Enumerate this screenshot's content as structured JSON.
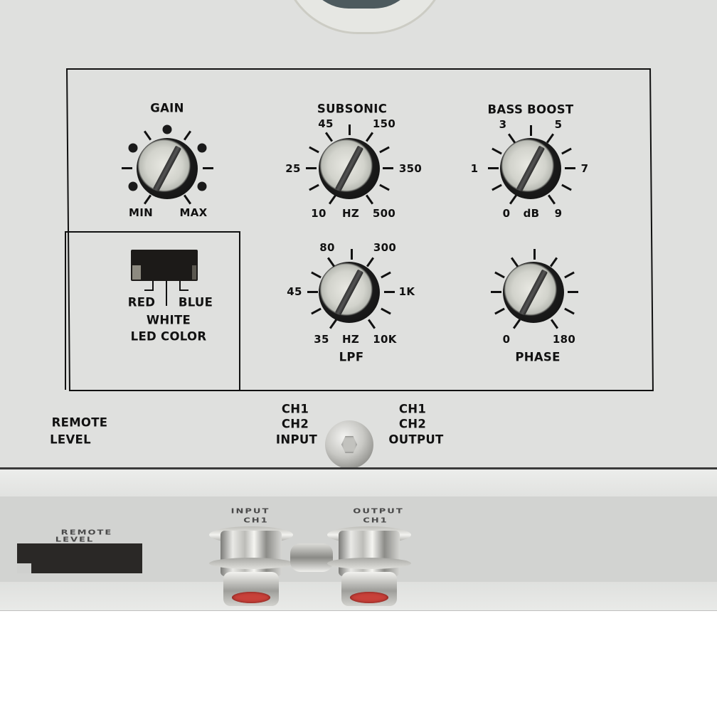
{
  "scene": "Car amplifier control panel (close-up photo)",
  "colors": {
    "panel": "#dfe0de",
    "print": "#111111",
    "knob_metal": "#d2d3cc",
    "knob_ring": "#0e0e0e",
    "rca_center": "#c8413a",
    "top_lens": "#4d5a5e"
  },
  "controls": {
    "gain": {
      "title": "GAIN",
      "min_label": "MIN",
      "max_label": "MAX"
    },
    "subsonic": {
      "title": "SUBSONIC",
      "scale": [
        "10",
        "25",
        "45",
        "150",
        "350",
        "500"
      ],
      "unit": "HZ"
    },
    "bass_boost": {
      "title": "BASS BOOST",
      "scale": [
        "0",
        "1",
        "3",
        "5",
        "7",
        "9"
      ],
      "unit": "dB"
    },
    "lpf": {
      "title": "LPF",
      "scale": [
        "35",
        "45",
        "80",
        "300",
        "1K",
        "10K"
      ],
      "unit": "HZ"
    },
    "phase": {
      "title": "PHASE",
      "scale": [
        "0",
        "180"
      ]
    },
    "led_color": {
      "title": "LED COLOR",
      "options": {
        "left": "RED",
        "center": "WHITE",
        "right": "BLUE"
      }
    }
  },
  "panel_labels": {
    "remote_level": [
      "REMOTE",
      "LEVEL"
    ],
    "input": [
      "CH1",
      "CH2",
      "INPUT"
    ],
    "output": [
      "CH1",
      "CH2",
      "OUTPUT"
    ]
  },
  "front_labels": {
    "remote_level": [
      "REMOTE",
      "LEVEL"
    ],
    "input": [
      "INPUT",
      "CH1"
    ],
    "output": [
      "OUTPUT",
      "CH1"
    ]
  }
}
